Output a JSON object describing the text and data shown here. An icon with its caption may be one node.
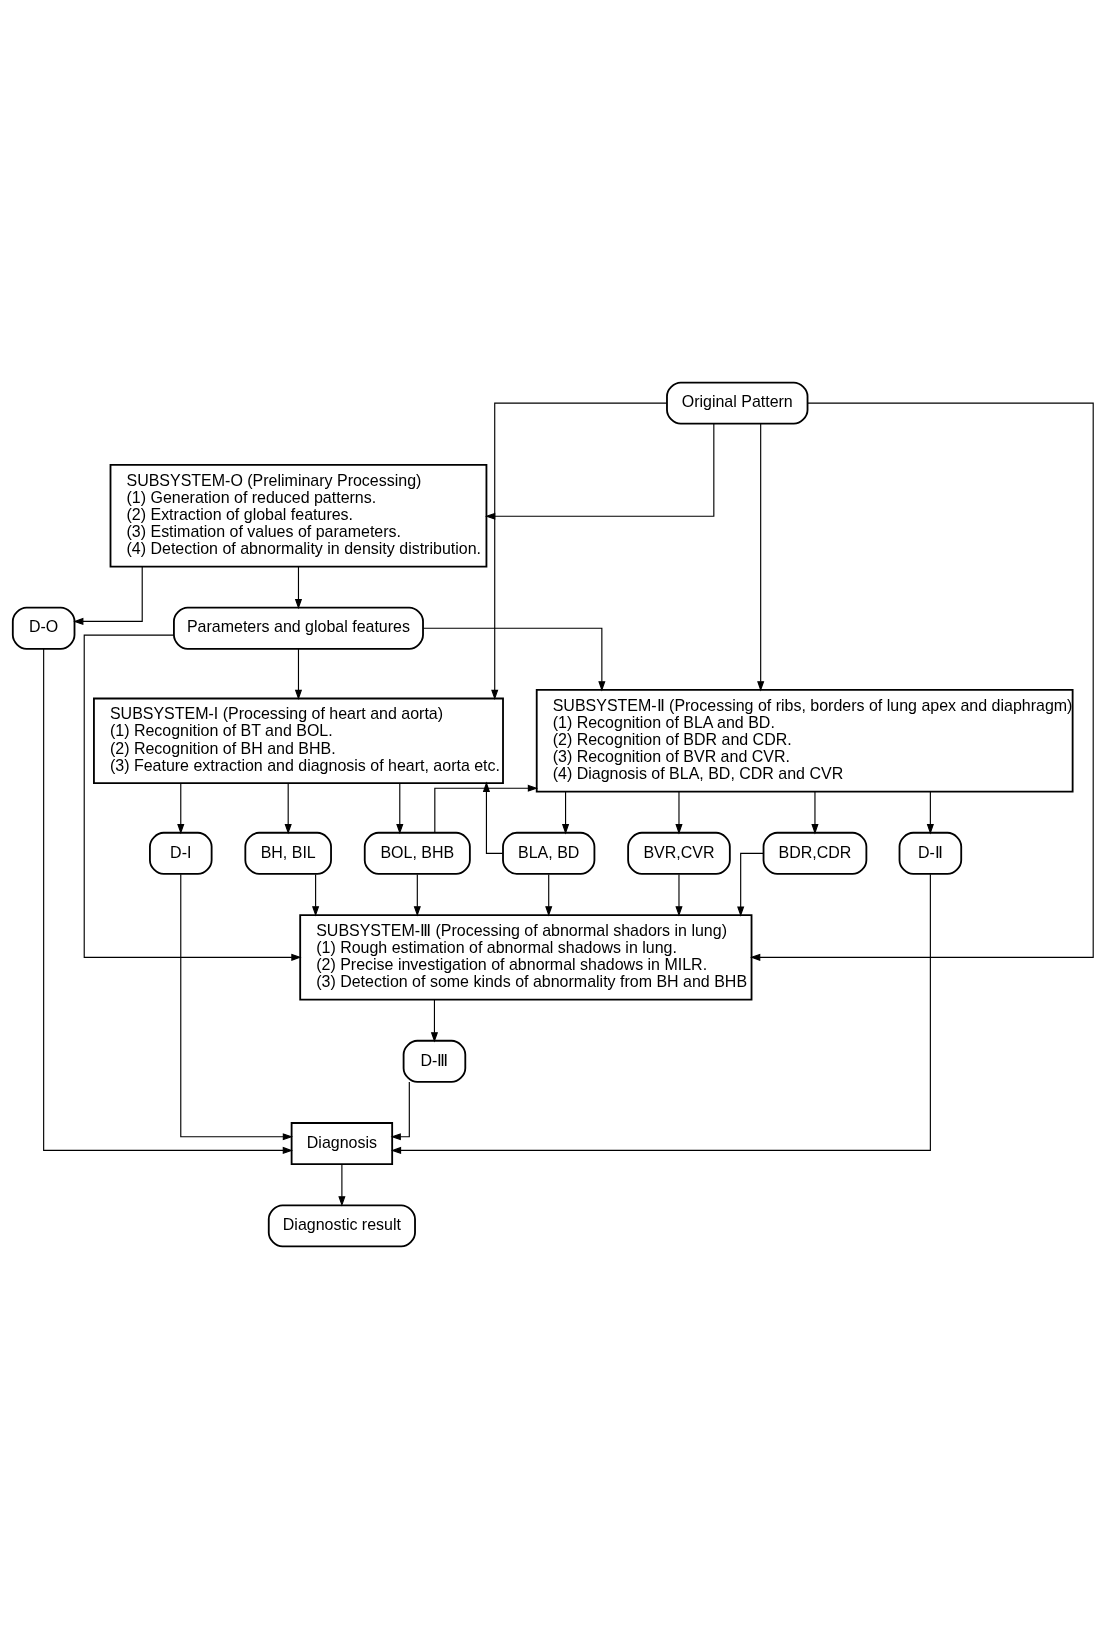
{
  "diagram": {
    "nodes": [
      {
        "text": [
          "Original Pattern"
        ]
      },
      {
        "text": [
          "SUBSYSTEM-O (Preliminary Processing)",
          "(1) Generation of reduced patterns.",
          "(2) Extraction of global features.",
          "(3) Estimation of values of parameters.",
          "(4) Detection of abnormality in density distribution."
        ]
      },
      {
        "text": [
          "D-O"
        ]
      },
      {
        "text": [
          "Parameters and global features"
        ]
      },
      {
        "text": [
          "SUBSYSTEM-I (Processing of heart and aorta)",
          "(1) Recognition of BT and BOL.",
          "(2) Recognition of BH and BHB.",
          "(3) Feature extraction and diagnosis of heart, aorta etc."
        ]
      },
      {
        "text": [
          "SUBSYSTEM-Ⅱ (Processing of ribs, borders of lung apex and diaphragm)",
          "(1) Recognition of BLA and BD.",
          "(2) Recognition of BDR and CDR.",
          "(3) Recognition of BVR and CVR.",
          "(4) Diagnosis of BLA, BD, CDR and CVR"
        ]
      },
      {
        "text": [
          "BOL, BHB"
        ]
      },
      {
        "text": [
          "BH, BIL"
        ]
      },
      {
        "text": [
          "BLA, BD"
        ]
      },
      {
        "text": [
          "BDR,CDR"
        ]
      },
      {
        "text": [
          "BVR,CVR"
        ]
      },
      {
        "text": [
          "D-Ⅱ"
        ]
      },
      {
        "text": [
          "D-I"
        ]
      },
      {
        "text": [
          "SUBSYSTEM-Ⅲ (Processing of abnormal shadors in lung)",
          "(1) Rough estimation of abnormal shadows in lung.",
          "(2) Precise investigation of abnormal shadows in MILR.",
          "(3) Detection of some kinds of abnormality from BH and BHB"
        ]
      },
      {
        "text": [
          "D-Ⅲ"
        ]
      },
      {
        "text": [
          "Diagnosis"
        ]
      },
      {
        "text": [
          "Diagnostic result"
        ]
      }
    ],
    "edges": [
      {
        "from": 0,
        "to": 1,
        "arrow": "to"
      },
      {
        "from": 0,
        "to": 4,
        "arrow": "to"
      },
      {
        "from": 0,
        "to": 5,
        "arrow": "to"
      },
      {
        "from": 0,
        "to": 13,
        "arrow": "to"
      },
      {
        "from": 1,
        "to": 2,
        "arrow": "to"
      },
      {
        "from": 1,
        "to": 3,
        "arrow": "to"
      },
      {
        "from": 3,
        "to": 4,
        "arrow": "to"
      },
      {
        "from": 3,
        "to": 5,
        "arrow": "to"
      },
      {
        "from": 3,
        "to": 13,
        "arrow": "to"
      },
      {
        "from": 4,
        "to": 12,
        "arrow": "to"
      },
      {
        "from": 4,
        "to": 7,
        "arrow": "to"
      },
      {
        "from": 4,
        "to": 6,
        "arrow": "to"
      },
      {
        "from": 6,
        "to": 5,
        "arrow": "to"
      },
      {
        "from": 6,
        "to": 13,
        "arrow": "to"
      },
      {
        "from": 7,
        "to": 13,
        "arrow": "to"
      },
      {
        "from": 5,
        "to": 8,
        "arrow": "to"
      },
      {
        "from": 5,
        "to": 9,
        "arrow": "to"
      },
      {
        "from": 5,
        "to": 10,
        "arrow": "to"
      },
      {
        "from": 5,
        "to": 11,
        "arrow": "to"
      },
      {
        "from": 8,
        "to": 4,
        "arrow": "to"
      },
      {
        "from": 8,
        "to": 13,
        "arrow": "to"
      },
      {
        "from": 9,
        "to": 13,
        "arrow": "to"
      },
      {
        "from": 10,
        "to": 13,
        "arrow": "to"
      },
      {
        "from": 13,
        "to": 14,
        "arrow": "to"
      },
      {
        "from": 12,
        "to": 15,
        "arrow": "to"
      },
      {
        "from": 14,
        "to": 15,
        "arrow": "to"
      },
      {
        "from": 11,
        "to": 15,
        "arrow": "to"
      },
      {
        "from": 2,
        "to": 15,
        "arrow": "to"
      },
      {
        "from": 15,
        "to": 16,
        "arrow": "to"
      }
    ]
  }
}
